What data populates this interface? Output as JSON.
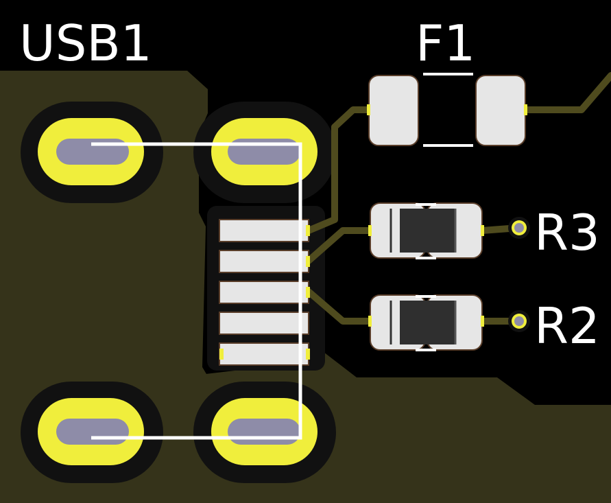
{
  "view": {
    "type": "pcb-layout-render",
    "colors": {
      "board_background": "#000000",
      "copper_pour": "#35331a",
      "copper_pour_edge": "#2e2c15",
      "trace": "#4f4b1e",
      "pad_copper": "#f0ee3c",
      "smd_pad": "#e6e6e6",
      "smd_pad_outline": "#5a3e2a",
      "drill_slot": "#8e8ca8",
      "silkscreen": "#ffffff",
      "clearance": "#111111",
      "resistor_body": "#2f2f2f"
    }
  },
  "components": {
    "usb": {
      "ref": "USB1",
      "pin_count": 5,
      "mount_holes": 4
    },
    "fuse": {
      "ref": "F1"
    },
    "r3": {
      "ref": "R3"
    },
    "r2": {
      "ref": "R2"
    }
  }
}
